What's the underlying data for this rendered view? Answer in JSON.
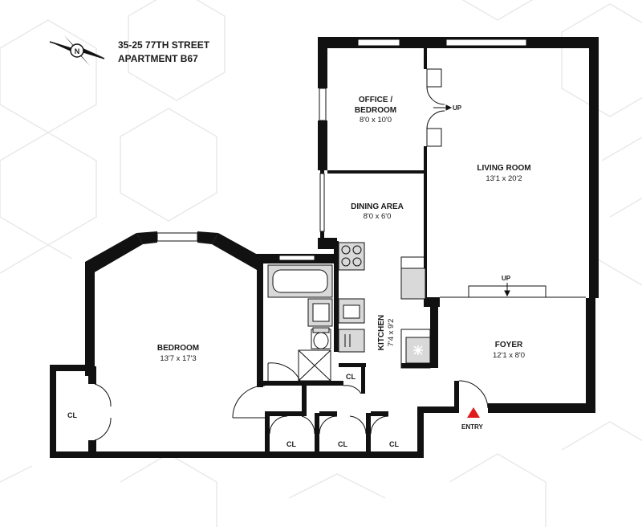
{
  "title": {
    "line1": "35-25 77TH STREET",
    "line2": "APARTMENT B67",
    "compass_letter": "N"
  },
  "rooms": {
    "office": {
      "name_line1": "OFFICE /",
      "name_line2": "BEDROOM",
      "dims": "8'0 x 10'0"
    },
    "living": {
      "name": "LIVING ROOM",
      "dims": "13'1 x 20'2"
    },
    "dining": {
      "name": "DINING AREA",
      "dims": "8'0 x 6'0"
    },
    "bedroom": {
      "name": "BEDROOM",
      "dims": "13'7 x 17'3"
    },
    "kitchen": {
      "name": "KITCHEN",
      "dims": "7'4 x 9'2"
    },
    "foyer": {
      "name": "FOYER",
      "dims": "12'1 x 8'0"
    }
  },
  "closets": {
    "label": "CL"
  },
  "markers": {
    "up_label": "UP",
    "entry_label": "ENTRY",
    "entry_color": "#e11b1b"
  },
  "colors": {
    "wall": "#111111",
    "window": "#ffffff",
    "fixture": "#d9d9d9",
    "background_pattern": "#e9e9e9"
  }
}
